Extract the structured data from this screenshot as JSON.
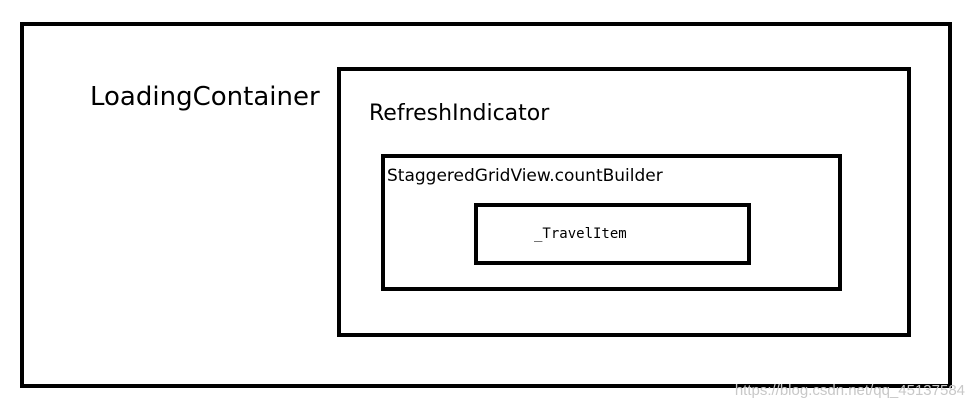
{
  "diagram": {
    "outer_box": {
      "label": "LoadingContainer"
    },
    "refresh_box": {
      "label": "RefreshIndicator"
    },
    "grid_box": {
      "label": "StaggeredGridView.countBuilder"
    },
    "item_box": {
      "label": "_TravelItem"
    }
  },
  "watermark": {
    "text": "https://blog.csdn.net/qq_45137584"
  },
  "colors": {
    "border": "#000000",
    "background": "#ffffff",
    "watermark": "#c8c8c8"
  }
}
